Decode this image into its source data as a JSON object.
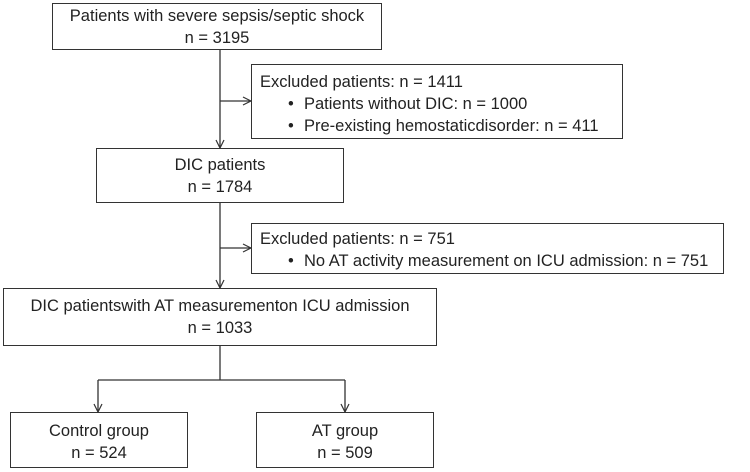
{
  "flow": {
    "start": {
      "title": "Patients with severe sepsis/septic shock",
      "count": "n = 3195"
    },
    "exclusion1": {
      "title": "Excluded patients: n = 1411",
      "items": [
        "Patients without DIC: n = 1000",
        "Pre-existing hemostaticdisorder: n = 411"
      ]
    },
    "dic": {
      "title": "DIC patients",
      "count": "n = 1784"
    },
    "exclusion2": {
      "title": "Excluded patients: n = 751",
      "items": [
        "No AT activity measurement on ICU admission: n = 751"
      ]
    },
    "at_measured": {
      "title": "DIC patientswith AT measurementon ICU admission",
      "count": "n = 1033"
    },
    "control": {
      "title": "Control group",
      "count": "n = 524"
    },
    "at_group": {
      "title": "AT group",
      "count": "n = 509"
    }
  },
  "bullet_glyph": "•"
}
